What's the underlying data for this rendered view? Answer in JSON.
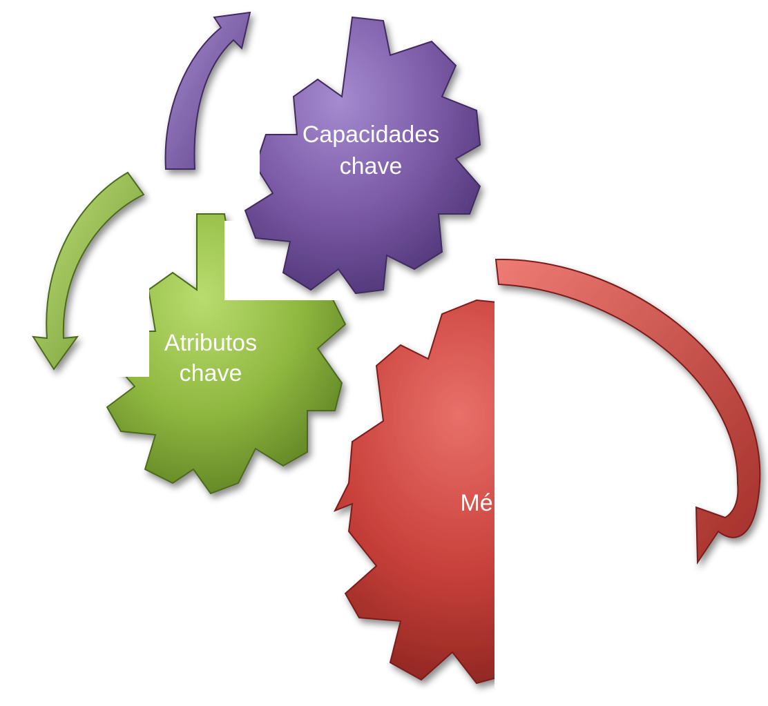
{
  "diagram": {
    "gears": [
      {
        "id": "capacidades",
        "label_lines": [
          "Capacidades",
          "chave"
        ],
        "color": "#7b5aa6"
      },
      {
        "id": "atributos",
        "label_lines": [
          "Atributos",
          "chave"
        ],
        "color": "#8fb840"
      },
      {
        "id": "metodos",
        "label_lines": [
          "Mé"
        ],
        "color": "#c8403a"
      }
    ],
    "arrows": [
      {
        "id": "purple-arrow",
        "color": "#7b5aa6"
      },
      {
        "id": "green-arrow",
        "color": "#8fb840"
      },
      {
        "id": "red-arrow",
        "color": "#c8403a"
      }
    ]
  }
}
